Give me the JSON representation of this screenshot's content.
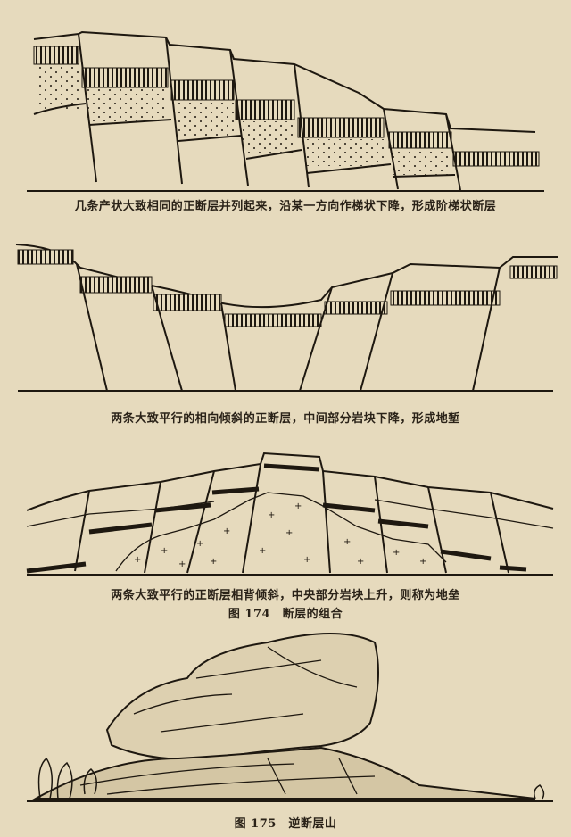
{
  "figure_174": {
    "panel_1_caption": "几条产状大致相同的正断层并列起来，沿某一方向作梯状下降，形成阶梯状断层",
    "panel_2_caption": "两条大致平行的相向倾斜的正断层，中间部分岩块下降，形成地堑",
    "panel_3_caption": "两条大致平行的正断层相背倾斜，中央部分岩块上升，则称为地垒",
    "title": "图 174　断层的组合"
  },
  "figure_175": {
    "title": "图 175　逆断层山"
  }
}
